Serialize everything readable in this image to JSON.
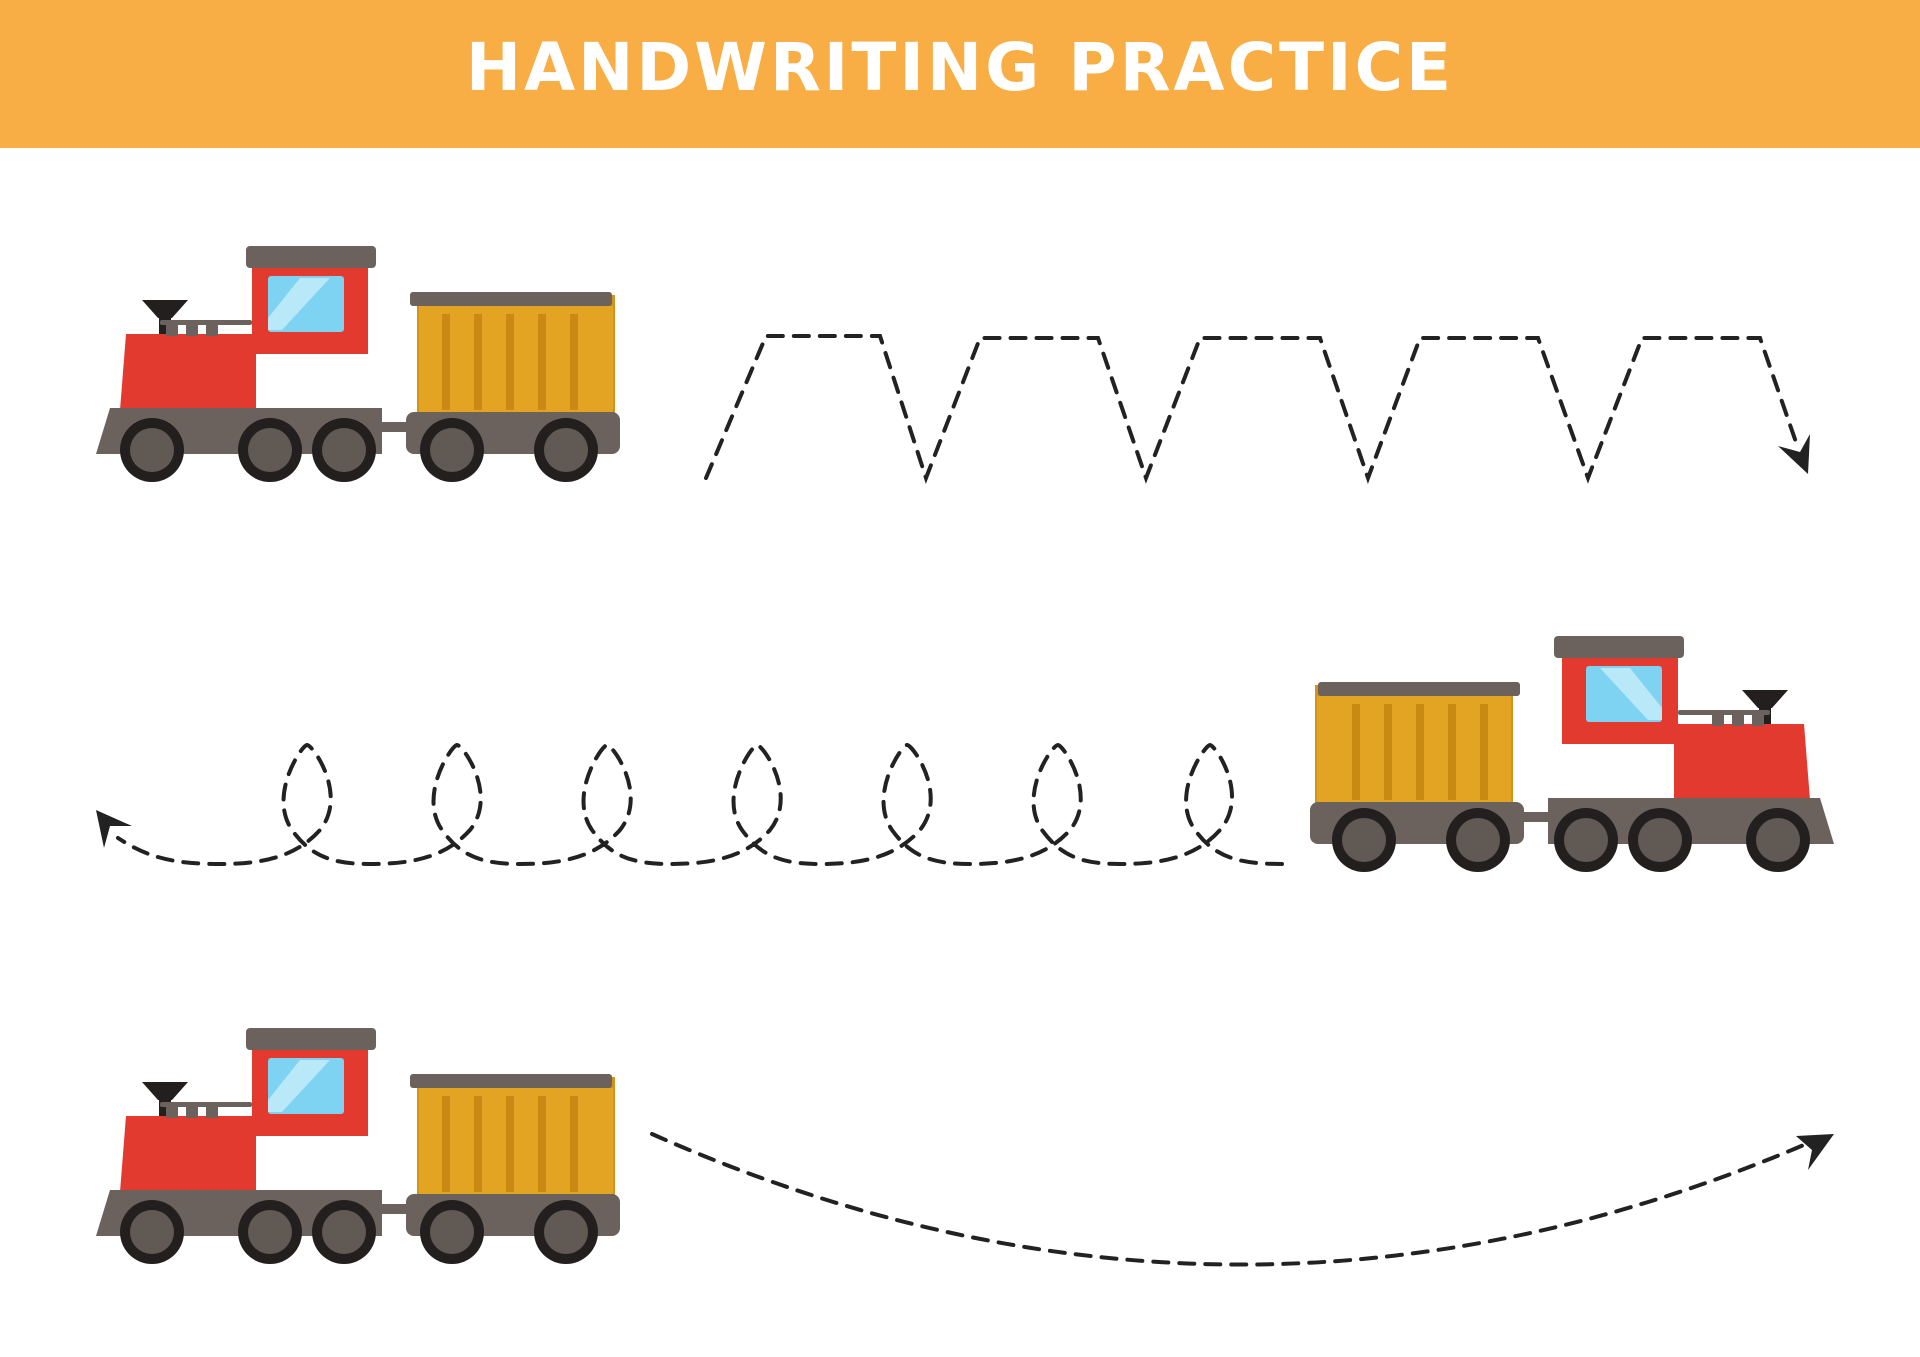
{
  "header": {
    "title": "HANDWRITING PRACTICE",
    "background_color": "#f8ae45",
    "text_color": "#ffffff"
  },
  "rows": [
    {
      "trace_shape": "trapezoid-zigzag",
      "train_direction": "right",
      "arrow_icon": "arrowhead-icon"
    },
    {
      "trace_shape": "loops",
      "train_direction": "left",
      "arrow_icon": "arrowhead-icon"
    },
    {
      "trace_shape": "curve",
      "train_direction": "right",
      "arrow_icon": "arrowhead-icon"
    }
  ],
  "colors": {
    "locomotive": "#e23a2f",
    "cab_roof": "#6b625d",
    "window": "#7fd3f2",
    "wagon": "#e4a423",
    "wagon_trim": "#c98a14",
    "chassis": "#6b625d",
    "wheel": "#615954",
    "trace_line": "#222222"
  }
}
